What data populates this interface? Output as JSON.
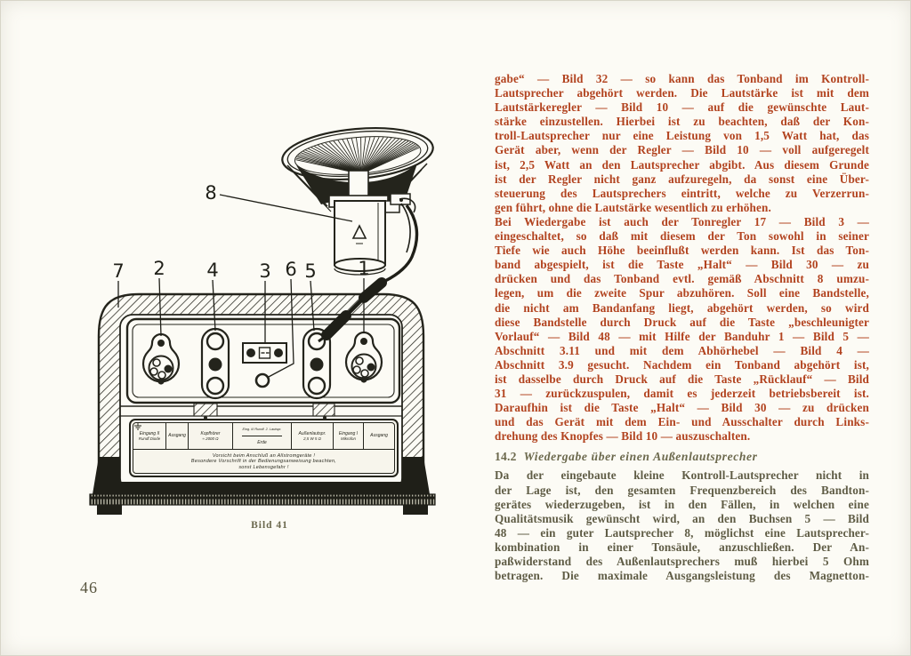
{
  "colors": {
    "body_text_rust": "#b2431f",
    "secondary_olive": "#6b684c",
    "figure_ink": "#24241c",
    "paper": "#fcfbf5"
  },
  "page": {
    "number": "46"
  },
  "article": {
    "para1_lines": [
      "gabe“ — Bild 32 — so kann das Tonband im Kontroll-",
      "Lautsprecher abgehört werden. Die Lautstärke ist mit dem",
      "Lautstärkeregler — Bild 10 — auf die gewünschte Laut-",
      "stärke einzustellen. Hierbei ist zu beachten, daß der Kon-",
      "troll-Lautsprecher nur eine Leistung von 1,5 Watt hat, das",
      "Gerät aber, wenn der Regler — Bild 10 — voll aufgeregelt",
      "ist, 2,5 Watt an den Lautsprecher abgibt. Aus diesem Grunde",
      "ist der Regler nicht ganz aufzuregeln, da sonst eine Über-",
      "steuerung des Lautsprechers eintritt, welche zu Verzerrun-",
      "gen führt, ohne die Lautstärke wesentlich zu erhöhen."
    ],
    "para2_lines": [
      "Bei Wiedergabe ist auch der Tonregler 17 — Bild 3 —",
      "eingeschaltet, so daß mit diesem der Ton sowohl in seiner",
      "Tiefe wie auch Höhe beeinflußt werden kann. Ist das Ton-",
      "band abgespielt, ist die Taste „Halt“ — Bild 30 — zu",
      "drücken und das Tonband evtl. gemäß Abschnitt 8 umzu-",
      "legen, um die zweite Spur abzuhören. Soll eine Bandstelle,",
      "die nicht am Bandanfang liegt, abgehört werden, so wird",
      "diese Bandstelle durch Druck auf die Taste „beschleunigter",
      "Vorlauf“ — Bild 48 — mit Hilfe der Banduhr 1 — Bild 5 —",
      "Abschnitt 3.11 und mit dem Abhörhebel — Bild 4 —",
      "Abschnitt 3.9 gesucht. Nachdem ein Tonband abgehört ist,",
      "ist dasselbe durch Druck auf die Taste „Rücklauf“ — Bild",
      "31 — zurückzuspulen, damit es jederzeit betriebsbereit ist.",
      "Daraufhin ist die Taste „Halt“ — Bild 30 — zu drücken",
      "und das Gerät mit dem Ein- und Ausschalter durch Links-",
      "drehung des Knopfes — Bild 10 — auszuschalten."
    ],
    "section": {
      "number": "14.2",
      "title": "Wiedergabe über einen Außenlautsprecher"
    },
    "para3_lines": [
      "Da der eingebaute kleine Kontroll-Lautsprecher nicht in",
      "der Lage ist, den gesamten Frequenzbereich des Bandton-",
      "gerätes wiederzugeben, ist in den Fällen, in welchen eine",
      "Qualitätsmusik gewünscht wird, an den Buchsen 5 — Bild",
      "48 — ein guter Lautsprecher 8, möglichst eine Lautsprecher-",
      "kombination in einer Tonsäule, anzuschließen. Der An-",
      "paßwiderstand des Außenlautsprechers muß hierbei 5 Ohm",
      "betragen. Die maximale Ausgangsleistung des Magnetton-"
    ]
  },
  "figure": {
    "caption": "Bild 41",
    "callouts": {
      "c7": "7",
      "c2": "2",
      "c4": "4",
      "c3": "3",
      "c6": "6",
      "c5": "5",
      "c1": "1",
      "c8": "8"
    },
    "plate": {
      "cells": [
        {
          "top": "Eingang II",
          "bottom": "Rundf.Diode"
        },
        {
          "top": "Ausgang",
          "bottom": ""
        },
        {
          "top": "Kopfhörer",
          "bottom": "≈ 2000 Ω"
        },
        {
          "top": "Eing. III Rundf. 2. Lautspr.",
          "bottom": "Erde"
        },
        {
          "top": "Außenlautspr.",
          "bottom": "2,5 W  5 Ω"
        },
        {
          "top": "Eingang I",
          "bottom": "Mikrofon"
        },
        {
          "top": "Ausgang",
          "bottom": ""
        }
      ],
      "warning": [
        "Vorsicht beim Anschluß an Allstromgeräte !",
        "Besondere Vorschrift in der Bedienungsanweisung beachten,",
        "sonst Lebensgefahr !"
      ]
    }
  }
}
